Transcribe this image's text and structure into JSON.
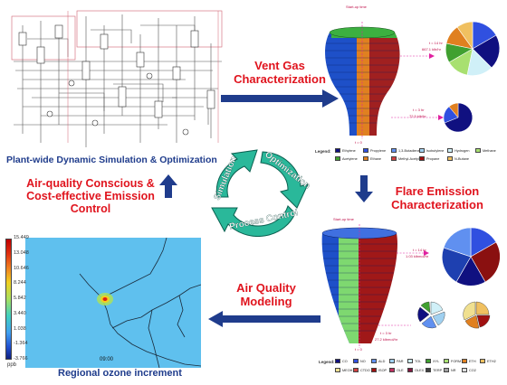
{
  "labels": {
    "plant_caption": "Plant-wide Dynamic Simulation & Optimization",
    "vent_gas": "Vent Gas Characterization",
    "flare_emission": "Flare Emission Characterization",
    "air_quality_modeling": "Air Quality Modeling",
    "air_quality_control": "Air-quality Conscious & Cost-effective Emission Control",
    "regional_ozone": "Regional ozone increment"
  },
  "cycle": {
    "simulation": "Simulation",
    "optimization": "Optimization",
    "process_control": "Process Control"
  },
  "vent_plot": {
    "top_label": "Start-up time",
    "bottom_label": "t = 0",
    "upper_annotation": [
      "t = 14 hr",
      "667.1 klb/hr"
    ],
    "lower_annotation": [
      "t = 3 hr",
      "72.5 klb/hr"
    ],
    "legend_title": "Legend:",
    "legend": [
      {
        "name": "Ethylene",
        "color": "#101080"
      },
      {
        "name": "Propylene",
        "color": "#3050e0"
      },
      {
        "name": "1,3-Butadiene",
        "color": "#6090f0"
      },
      {
        "name": "Isobutylene",
        "color": "#a0d0f0"
      },
      {
        "name": "Hydrogen",
        "color": "#d0f0f8"
      },
      {
        "name": "Methane",
        "color": "#a8e070"
      },
      {
        "name": "Acetylene",
        "color": "#40a030"
      },
      {
        "name": "Ethane",
        "color": "#e08020"
      },
      {
        "name": "Methyl-Acetylene",
        "color": "#d04040"
      },
      {
        "name": "Propane",
        "color": "#a01010"
      },
      {
        "name": "N-Butane",
        "color": "#f0c060"
      }
    ]
  },
  "flare_plot": {
    "top_label": "Start-up time",
    "bottom_label": "t = 0",
    "upper_annotation": [
      "t = 14 hr",
      "1.03 klbmol/hr"
    ],
    "lower_annotation": [
      "t = 3 hr",
      "27.2 klbmol/hr"
    ],
    "legend_title": "Legend:",
    "legend": [
      {
        "name": "CO",
        "color": "#101080"
      },
      {
        "name": "NO",
        "color": "#3050e0"
      },
      {
        "name": "ALD",
        "color": "#6090f0"
      },
      {
        "name": "PAR",
        "color": "#a0d0f0"
      },
      {
        "name": "TOL",
        "color": "#d0f0f8"
      },
      {
        "name": "XYL",
        "color": "#40a030"
      },
      {
        "name": "FORM",
        "color": "#a8e070"
      },
      {
        "name": "ETH",
        "color": "#e08020"
      },
      {
        "name": "ETH2",
        "color": "#f0c060"
      },
      {
        "name": "MEOH",
        "color": "#f0e090"
      },
      {
        "name": "CTDO",
        "color": "#d04040"
      },
      {
        "name": "ISOP",
        "color": "#a01010"
      },
      {
        "name": "OLE",
        "color": "#c03060"
      },
      {
        "name": "OLEX",
        "color": "#801840"
      },
      {
        "name": "TERP",
        "color": "#404040"
      },
      {
        "name": "NR",
        "color": "#a0a0a0"
      },
      {
        "name": "CO2",
        "color": "#e0e0e0"
      }
    ]
  },
  "ozone_map": {
    "time_label": "09:00",
    "unit": "ppb",
    "colorbar_ticks": [
      "15.449",
      "13.048",
      "10.646",
      "8.244",
      "5.842",
      "3.440",
      "1.038",
      "-1.364",
      "-3.766"
    ]
  }
}
